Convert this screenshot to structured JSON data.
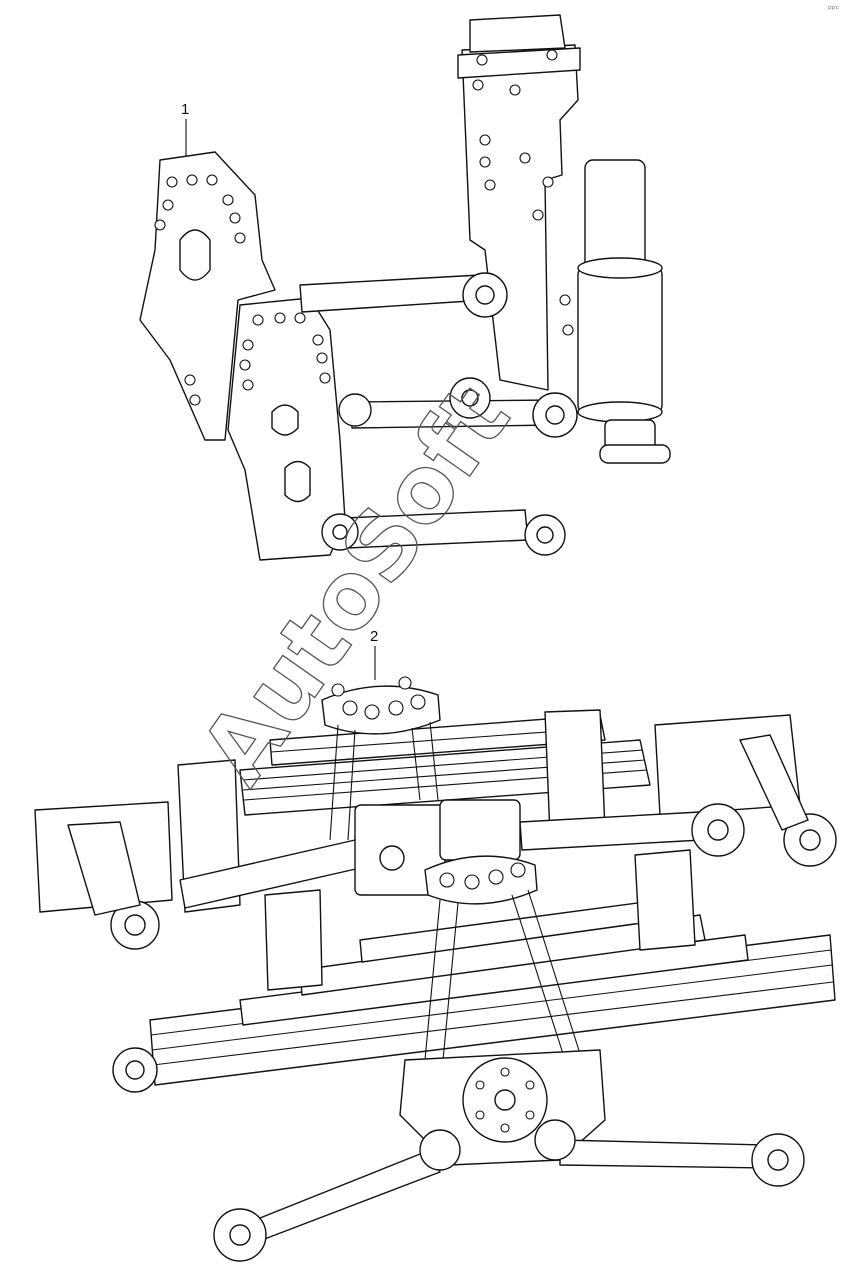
{
  "callouts": [
    {
      "id": "1",
      "label": "1"
    },
    {
      "id": "2",
      "label": "2"
    }
  ],
  "watermark": {
    "text": "AutoSoft"
  },
  "corner_mark": {
    "text": "ᵖᵖᶜ"
  },
  "colors": {
    "line": "#111111",
    "background": "#ffffff",
    "watermark": "#555555"
  }
}
